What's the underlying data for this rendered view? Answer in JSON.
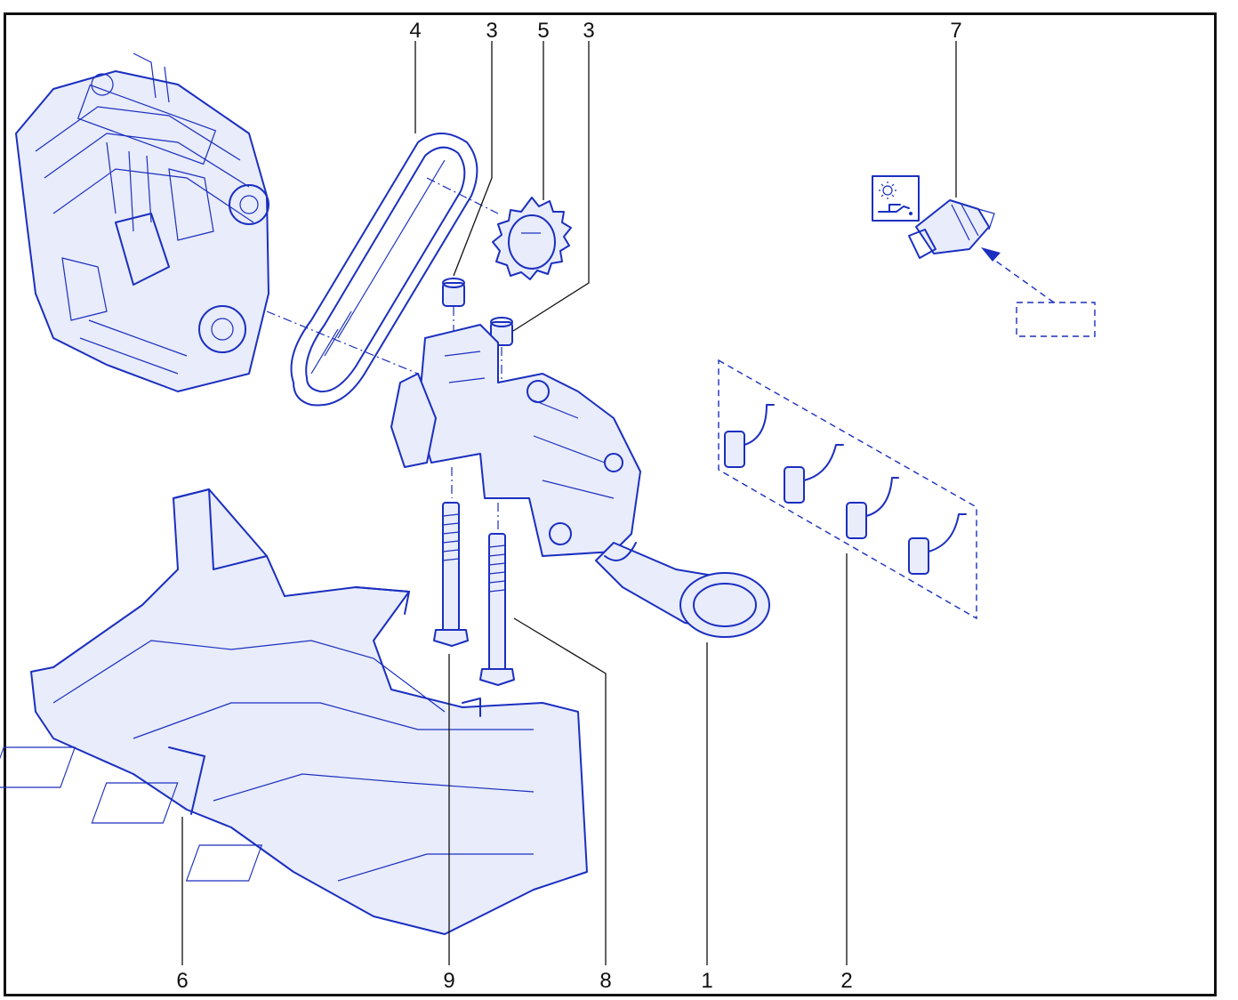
{
  "callouts": {
    "top": [
      "4",
      "3",
      "5",
      "3",
      "7"
    ],
    "bottom": [
      "6",
      "9",
      "8",
      "1",
      "2"
    ]
  },
  "colors": {
    "line": "#1b2fbf",
    "frame": "#111111"
  },
  "icons": {
    "warning_symbol": "oil-pressure-warning-icon"
  }
}
